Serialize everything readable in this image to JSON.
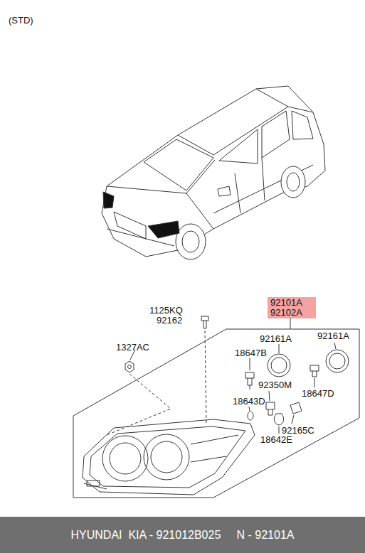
{
  "diagram": {
    "nodes": [
      {
        "text": [
          "92101A",
          "92102A"
        ]
      },
      {
        "text": [
          "HYUNDAI  KIA - 921012B025     N - 92101A"
        ]
      }
    ],
    "labels": [
      "(STD)",
      "1125KQ",
      "92162",
      "1327AC",
      "92161A",
      "92161A",
      "18647B",
      "92350M",
      "18643D",
      "18647D",
      "92165C",
      "18642E"
    ]
  }
}
